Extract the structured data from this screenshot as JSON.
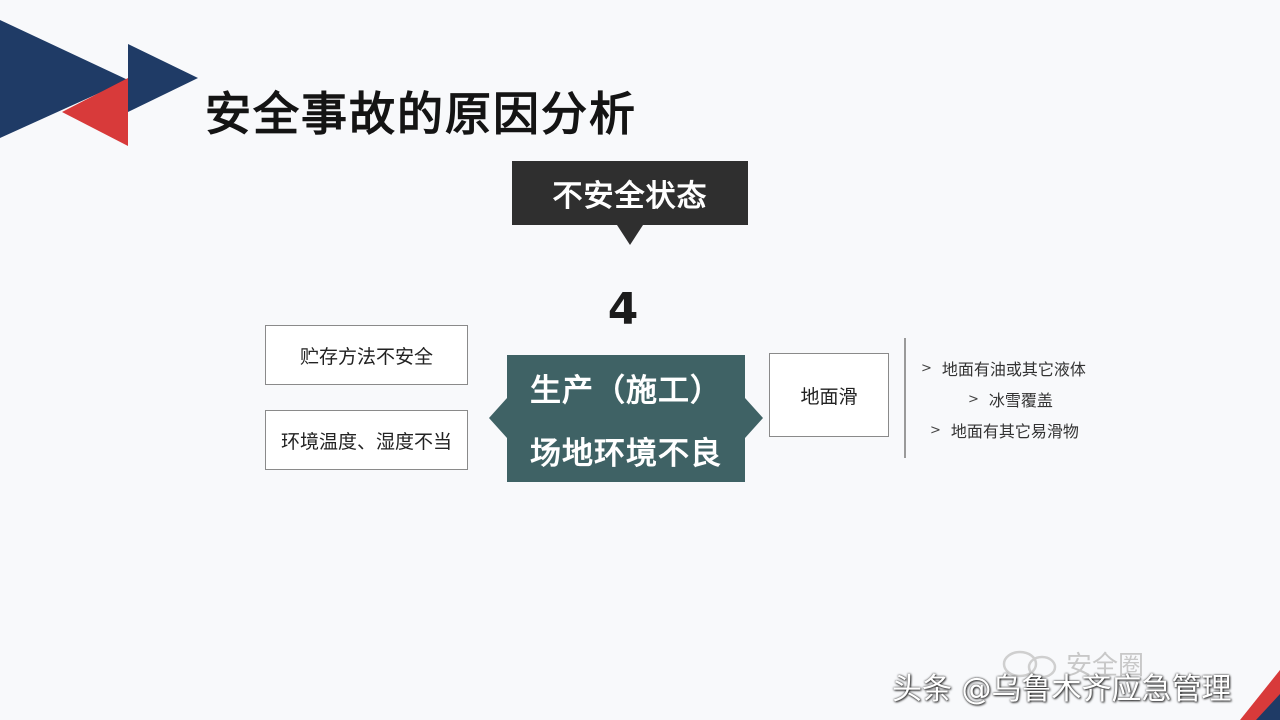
{
  "colors": {
    "navy": "#1f3b66",
    "red": "#d83a3a",
    "center_fill": "#3f6265",
    "callout_fill": "#2f2f2f"
  },
  "title": "安全事故的原因分析",
  "callout": "不安全状态",
  "step_number": "4",
  "causes": [
    "贮存方法不安全",
    "环境温度、湿度不当"
  ],
  "center": {
    "line1": "生产（施工）",
    "line2": "场地环境不良"
  },
  "effect": "地面滑",
  "details": [
    "地面有油或其它液体",
    "冰雪覆盖",
    "地面有其它易滑物"
  ],
  "watermark": "安全圈",
  "footer": "头条 @乌鲁木齐应急管理"
}
